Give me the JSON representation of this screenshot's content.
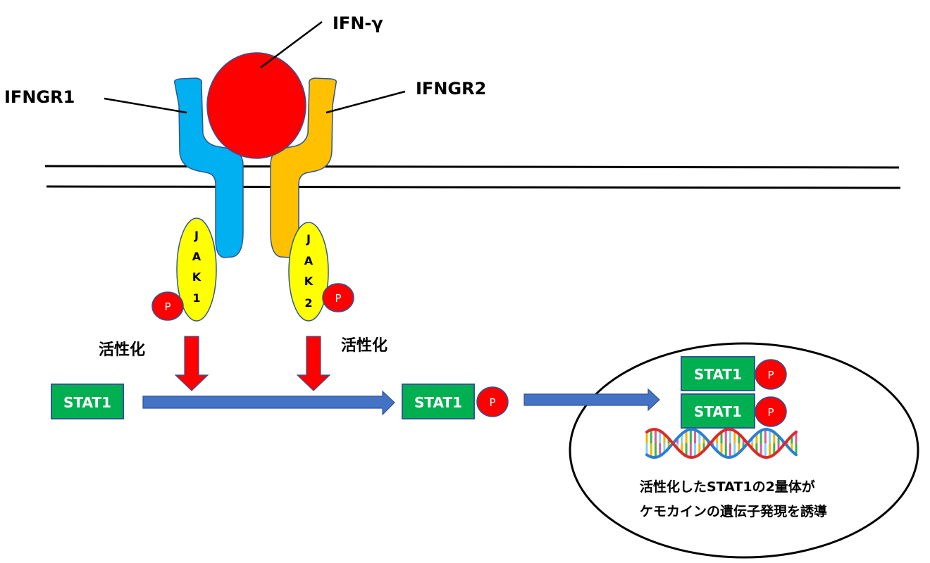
{
  "labels": {
    "ligand": "IFN-γ",
    "receptor1": "IFNGR1",
    "receptor2": "IFNGR2",
    "jak1": [
      "J",
      "A",
      "K",
      "1"
    ],
    "jak2": [
      "J",
      "A",
      "K",
      "2"
    ],
    "phospho": "P",
    "activation_left": "活性化",
    "activation_right": "活性化",
    "stat": "STAT1",
    "caption_line1": "活性化したSTAT1の2量体が",
    "caption_line2": "ケモカインの遺伝子発現を誘導"
  },
  "colors": {
    "ligand": "#ff0000",
    "receptor1": "#00b0f0",
    "receptor2": "#ffc000",
    "jak": "#ffff00",
    "phospho": "#ff0000",
    "stat": "#00b050",
    "flow_arrow": "#4472c4",
    "activation_arrow": "#ff0000",
    "outline": "#2f5597"
  }
}
